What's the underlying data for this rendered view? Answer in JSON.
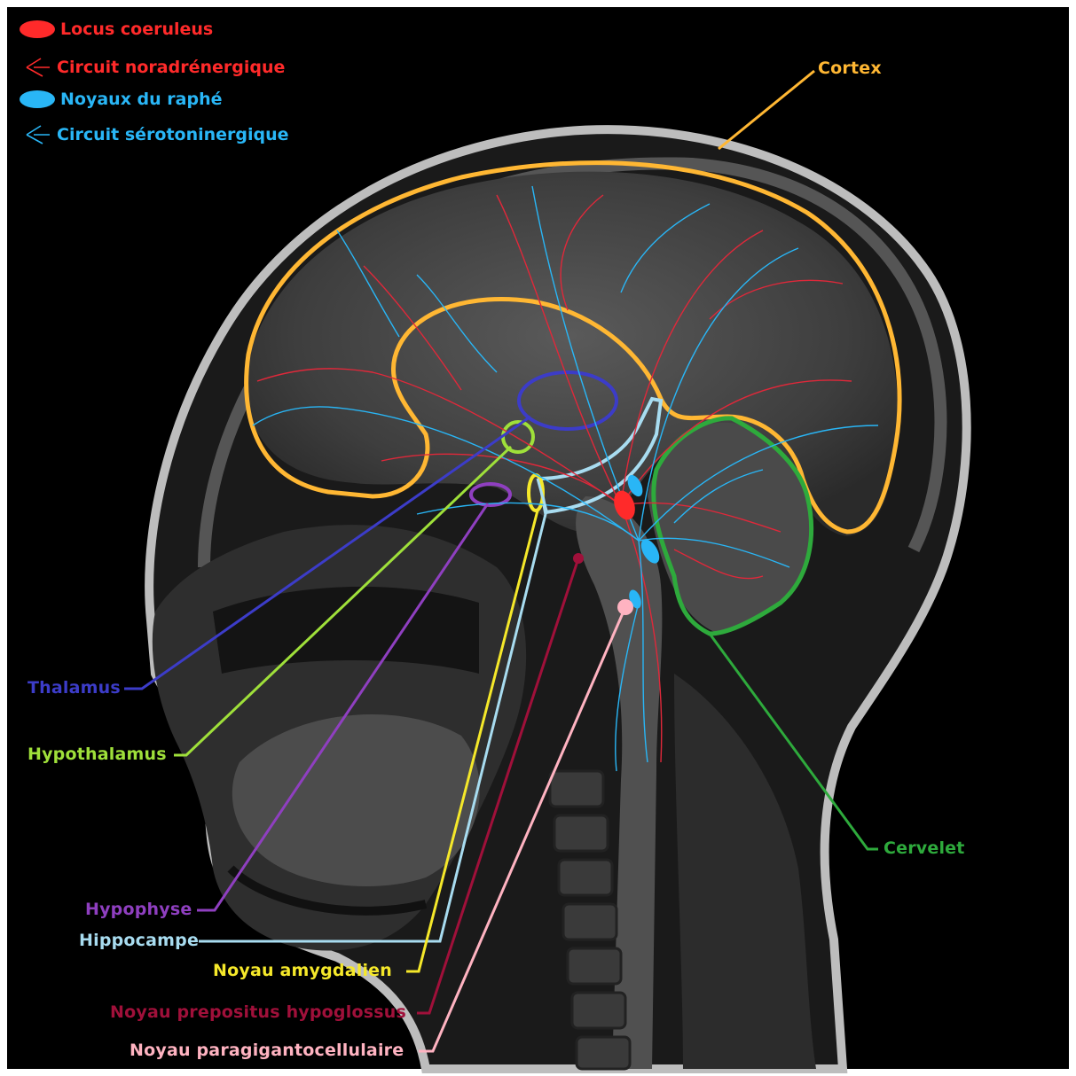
{
  "legend": {
    "items": [
      {
        "label": "Locus coeruleus",
        "color": "#ff2a2a",
        "icon": "red-blob-icon"
      },
      {
        "label": "Circuit noradrénergique",
        "color": "#ff2a2a",
        "icon": "red-fiber-icon"
      },
      {
        "label": "Noyaux du raphé",
        "color": "#29b6f6",
        "icon": "blue-blob-icon"
      },
      {
        "label": "Circuit sérotoninergique",
        "color": "#29b6f6",
        "icon": "blue-fiber-icon"
      }
    ]
  },
  "labels": {
    "cortex": {
      "text": "Cortex",
      "color": "#ffb733"
    },
    "thalamus": {
      "text": "Thalamus",
      "color": "#3c3cc8"
    },
    "hypothalamus": {
      "text": "Hypothalamus",
      "color": "#9fe03a"
    },
    "hypophyse": {
      "text": "Hypophyse",
      "color": "#8f3fc0"
    },
    "hippocampe": {
      "text": "Hippocampe",
      "color": "#a8dcf0"
    },
    "amygdale": {
      "text": "Noyau amygdalien",
      "color": "#f5e82a"
    },
    "prepositus": {
      "text": "Noyau prepositus hypoglossus",
      "color": "#a0103a"
    },
    "paragiganto": {
      "text": "Noyau paragigantocellulaire",
      "color": "#ffb3c1"
    },
    "cervelet": {
      "text": "Cervelet",
      "color": "#2eaa3c"
    }
  }
}
